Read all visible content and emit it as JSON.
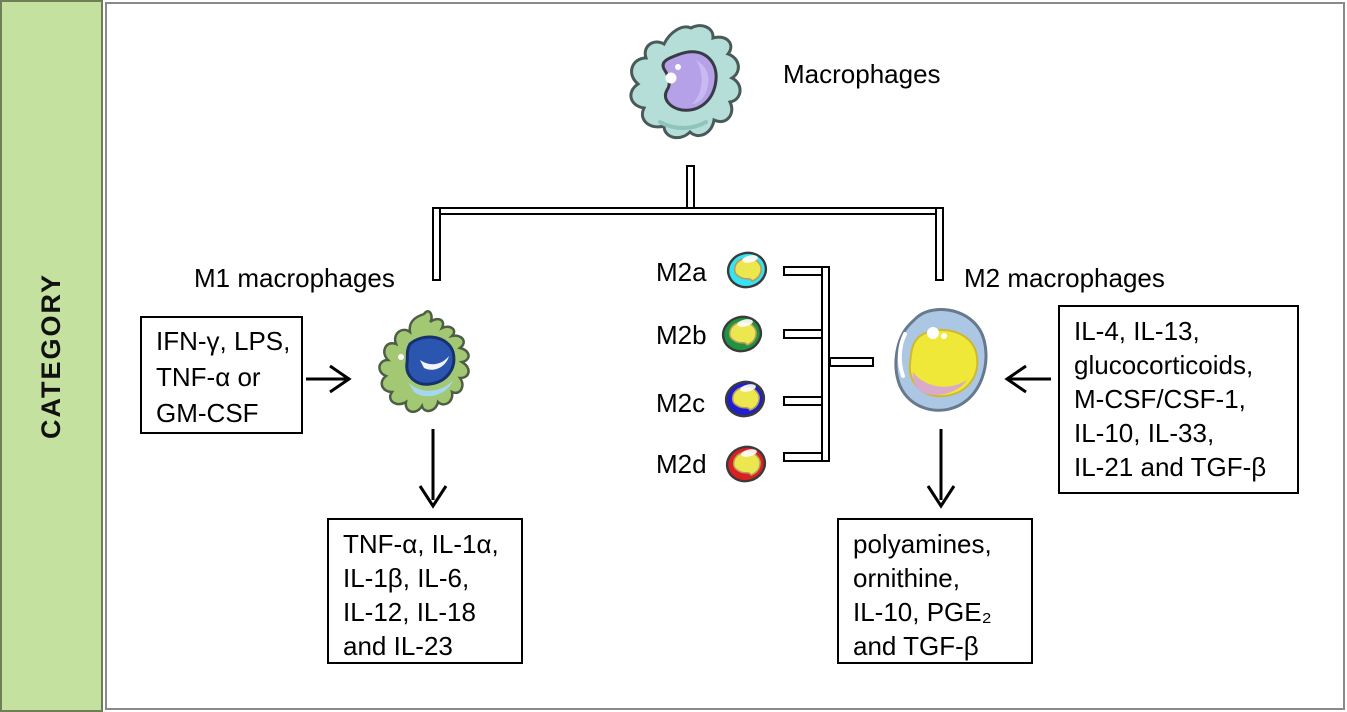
{
  "page": {
    "sidebar_label": "CATEGORY"
  },
  "diagram": {
    "title": "Macrophages",
    "m1": {
      "label": "M1 macrophages",
      "stimuli": "IFN-γ, LPS,\nTNF-α or\nGM-CSF",
      "products": "TNF-α, IL-1α,\nIL-1β, IL-6,\nIL-12, IL-18\nand IL-23"
    },
    "m2": {
      "label": "M2 macrophages",
      "stimuli": "IL-4, IL-13,\nglucocorticoids,\nM-CSF/CSF-1,\nIL-10, IL-33,\nIL-21 and TGF-β",
      "products": "polyamines,\nornithine,\nIL-10, PGE₂\nand TGF-β",
      "subtypes": [
        {
          "label": "M2a",
          "color": "#35e3f2"
        },
        {
          "label": "M2b",
          "color": "#1f9440"
        },
        {
          "label": "M2c",
          "color": "#1f1fd0"
        },
        {
          "label": "M2d",
          "color": "#da2020"
        }
      ]
    },
    "icons": {
      "root_cell": "macrophage-cell-icon",
      "m1_cell": "m1-macrophage-cell-icon",
      "m2_cell": "m2-macrophage-cell-icon",
      "subtype_cells": [
        "m2a-cell-icon",
        "m2b-cell-icon",
        "m2c-cell-icon",
        "m2d-cell-icon"
      ]
    },
    "colors": {
      "sidebar_bg": "#c4e19f",
      "sidebar_border": "#6e7e55",
      "frame_border": "#8a8a8a",
      "macrophage_body": "#b5ded8",
      "macrophage_nucleus": "#b4a1e8",
      "m1_body": "#a3c873",
      "m1_nucleus": "#2b56b0",
      "m2_body": "#abc7e3",
      "m2_nucleus": "#f0e838",
      "subtype_nucleus": "#ece74e"
    }
  }
}
